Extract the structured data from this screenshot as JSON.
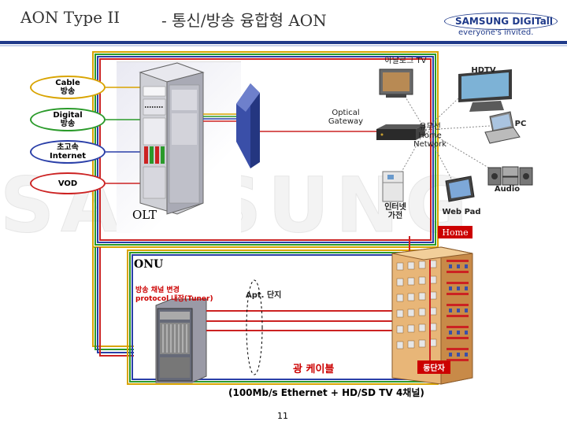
{
  "header": {
    "title": "AON Type II",
    "subtitle": "- 통신/방송 융합형 AON",
    "logo_top": "SAMSUNG DIGITall",
    "logo_bottom": "everyone's invited."
  },
  "watermark": "SAMSUNG",
  "services": [
    {
      "label": "Cable\n방송",
      "color": "#d9a400"
    },
    {
      "label": "Digital\n방송",
      "color": "#2a9a2a"
    },
    {
      "label": "초고속\nInternet",
      "color": "#2a3fa8"
    },
    {
      "label": "VOD",
      "color": "#cc2222"
    }
  ],
  "labels": {
    "olt": "OLT",
    "optical_gateway": "Optical\nGateway",
    "analog_tv": "아날로그 TV",
    "hdtv": "HDTV",
    "pc": "PC",
    "home_network": "유무선\nHome\nNetwork",
    "audio": "Audio",
    "internet_appliance": "인터넷\n가전",
    "web_pad": "Web Pad",
    "home": "Home",
    "onu": "ONU",
    "onu_desc": "방송 채널 변경\nprotocol 내장(Tuner)",
    "apt": "Apt. 단지",
    "dongdanja": "동단자",
    "cable_line1": "광 케이블",
    "cable_line2": "(100Mb/s Ethernet + HD/SD TV 4채널)",
    "page_number": "11"
  },
  "colors": {
    "accent": "#1f3a8a",
    "red": "#cc0000",
    "fiber_yellow": "#d9a400",
    "fiber_green": "#2a9a2a",
    "fiber_blue": "#2a3fa8",
    "fiber_red": "#cc2222"
  }
}
